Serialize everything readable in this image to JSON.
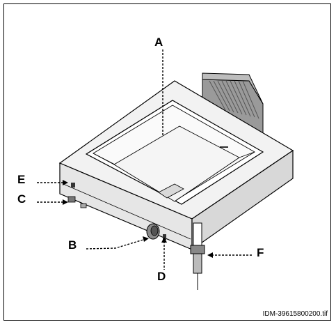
{
  "labels": {
    "a": "A",
    "b": "B",
    "c": "C",
    "d": "D",
    "e": "E",
    "f": "F"
  },
  "reference": "IDM-39615800200.tif",
  "colors": {
    "stroke": "#000000",
    "shade": "#cfcfcf",
    "panel": "#9a9a9a"
  }
}
